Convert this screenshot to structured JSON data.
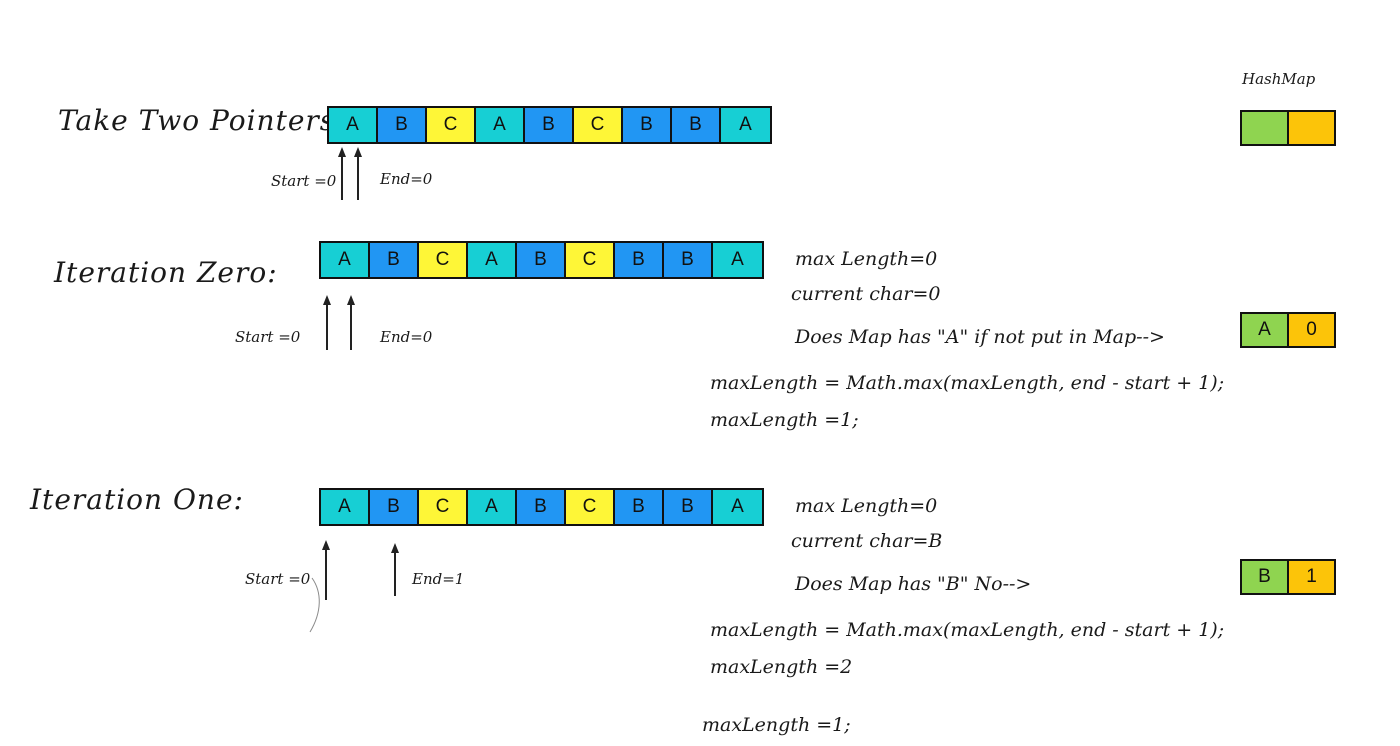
{
  "hashmap_label": "HashMap",
  "colors": {
    "A": "#17cfd4",
    "B": "#2196f3",
    "C": "#fef637",
    "map_key": "#8fd450",
    "map_value": "#fcc409"
  },
  "initial_map": {
    "key": "",
    "value": ""
  },
  "steps": [
    {
      "title": "Take Two Pointers",
      "array": [
        "A",
        "B",
        "C",
        "A",
        "B",
        "C",
        "B",
        "B",
        "A"
      ],
      "start_label": "Start =0",
      "end_label": "End=0"
    },
    {
      "title": "Iteration Zero:",
      "array": [
        "A",
        "B",
        "C",
        "A",
        "B",
        "C",
        "B",
        "B",
        "A"
      ],
      "start_label": "Start =0",
      "end_label": "End=0",
      "max_length": "max Length=0",
      "current_char": "current char=0",
      "question": "Does Map has \"A\" if not  put in Map-->",
      "formula": "maxLength = Math.max(maxLength, end - start + 1);",
      "result": "maxLength =1;",
      "map_entry": {
        "key": "A",
        "value": "0"
      }
    },
    {
      "title": "Iteration One:",
      "array": [
        "A",
        "B",
        "C",
        "A",
        "B",
        "C",
        "B",
        "B",
        "A"
      ],
      "start_label": "Start =0",
      "end_label": "End=1",
      "max_length": "max Length=0",
      "current_char": "current char=B",
      "question": "Does Map has \"B\" No-->",
      "formula": "maxLength = Math.max(maxLength, end - start + 1);",
      "result": "maxLength =2",
      "extra": "maxLength =1;",
      "map_entry": {
        "key": "B",
        "value": "1"
      }
    }
  ]
}
